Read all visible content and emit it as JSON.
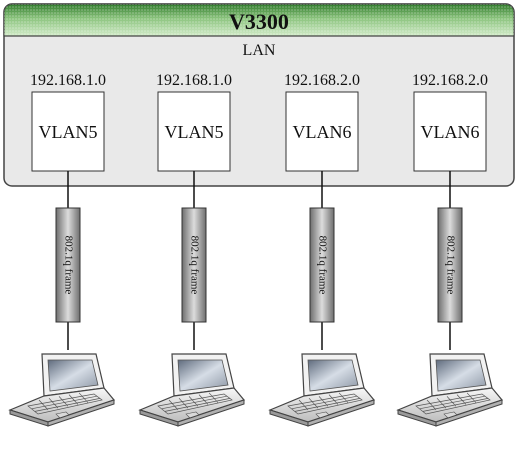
{
  "device": {
    "name": "V3300",
    "segment_label": "LAN"
  },
  "ports": [
    {
      "ip": "192.168.1.0",
      "vlan": "VLAN5",
      "frame_label": "802.1q frame"
    },
    {
      "ip": "192.168.1.0",
      "vlan": "VLAN5",
      "frame_label": "802.1q frame"
    },
    {
      "ip": "192.168.2.0",
      "vlan": "VLAN6",
      "frame_label": "802.1q frame"
    },
    {
      "ip": "192.168.2.0",
      "vlan": "VLAN6",
      "frame_label": "802.1q frame"
    }
  ],
  "clients": [
    {
      "icon": "laptop-icon"
    },
    {
      "icon": "laptop-icon"
    },
    {
      "icon": "laptop-icon"
    },
    {
      "icon": "laptop-icon"
    }
  ],
  "colors": {
    "title_bar_top": "#5c9e4d",
    "title_bar_mid": "#b9dcae",
    "panel_bg": "#e9e9e9",
    "frame_dark": "#7c7c7c",
    "frame_light": "#d8d8d8"
  }
}
